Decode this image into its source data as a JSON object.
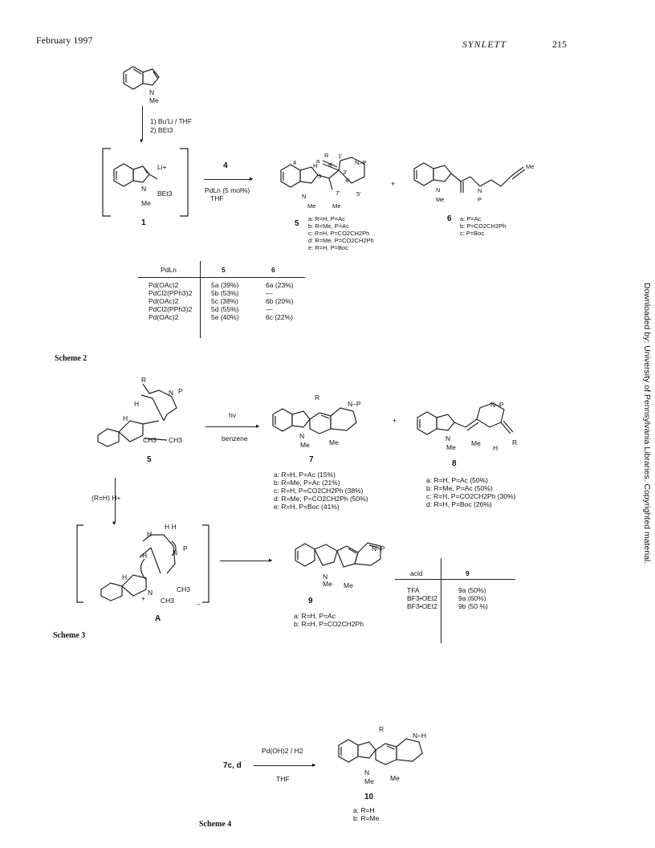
{
  "header": {
    "date": "February 1997",
    "journal": "SYNLETT",
    "page": "215"
  },
  "watermark": "Downloaded by: University of Pennsylvania Libraries. Copyrighted material.",
  "scheme2": {
    "caption": "Scheme 2",
    "n_me": "Me",
    "step1": "1)  Bu'Li / THF",
    "step2": "2)  BEt3",
    "li": "Li+",
    "bet3": "BEt3",
    "me1": "Me",
    "cmpd1": "1",
    "reagent": "4",
    "cond1": "PdLn (5 mol%)",
    "cond2": "THF",
    "cmpd5": "5",
    "cmpd6": "6",
    "labels5": [
      "a:  R=H, P=Ac",
      "b:  R=Me, P=Ac",
      "c:  R=H, P=CO2CH2Ph",
      "d:  R=Me, P=CO2CH2Ph",
      "e:  R=H, P=Boc"
    ],
    "labels6": [
      "a:  P=Ac",
      "b:  P=CO2CH2Ph",
      "c:  P=Boc"
    ],
    "atom_labels": {
      "r": "R",
      "h": "H",
      "n1p": "N–P",
      "a": "a",
      "8p": "8'",
      "3p": "3'",
      "4p": "4'",
      "5p": "5'",
      "7p": "7'",
      "1p": "1'",
      "n3": "3",
      "n4": "4",
      "me7": "Me",
      "me_n": "Me",
      "nme": "N",
      "n1": "1",
      "me6": "Me",
      "p6": "P",
      "me_end": "Me"
    },
    "table": {
      "headers": [
        "PdLn",
        "5",
        "6"
      ],
      "rows": [
        [
          "Pd(OAc)2",
          "5a (39%)",
          "6a (23%)"
        ],
        [
          "PdCl2(PPh3)2",
          "5b (53%)",
          "—"
        ],
        [
          "Pd(OAc)2",
          "5c (38%)",
          "6b (20%)"
        ],
        [
          "PdCl2(PPh3)2",
          "5d (55%)",
          "—"
        ],
        [
          "Pd(OAc)2",
          "5e (40%)",
          "6c (22%)"
        ]
      ]
    }
  },
  "scheme3": {
    "caption": "Scheme 3",
    "hv": "hv",
    "solvent": "benzene",
    "cmpd5": "5",
    "cmpd7": "7",
    "cmpd8": "8",
    "cmpdA": "A",
    "cmpd9": "9",
    "acid_cond": "(R=H)   H+",
    "labels7": [
      "a:  R=H,  P=Ac  (15%)",
      "b:  R=Me,  P=Ac  (21%)",
      "c:  R=H,  P=CO2CH2Ph  (38%)",
      "d:  R=Me,  P=CO2CH2Ph  (50%)",
      "e:  R=H,  P=Boc  (41%)"
    ],
    "labels8": [
      "a:  R=H,  P=Ac  (50%)",
      "b:  R=Me,  P=Ac  (50%)",
      "c:  R=H,  P=CO2CH2Ph  (30%)",
      "d:  R=H,  P=Boc  (26%)"
    ],
    "labels9": [
      "a:  R=H,  P=Ac",
      "b:  R=H,  P=CO2CH2Ph"
    ],
    "table": {
      "headers": [
        "acid",
        "9"
      ],
      "rows": [
        [
          "TFA",
          "9a  (50%)"
        ],
        [
          "BF3•OEt2",
          "9a  (60%)"
        ],
        [
          "BF3•OEt2",
          "9b  (50 %)"
        ]
      ]
    },
    "atom": {
      "r": "R",
      "h": "H",
      "p": "P",
      "n": "N",
      "ch3": "CH3",
      "me": "Me",
      "np": "N–P",
      "plus": "+",
      "hh": "H H",
      "minus": "–"
    }
  },
  "scheme4": {
    "caption": "Scheme 4",
    "start": "7c, d",
    "cond1": "Pd(OH)2 / H2",
    "cond2": "THF",
    "cmpd10": "10",
    "labels10": [
      "a:  R=H",
      "b:  R=Me"
    ],
    "atom": {
      "r": "R",
      "nh": "N–H",
      "n": "N",
      "me": "Me",
      "me2": "Me"
    }
  }
}
